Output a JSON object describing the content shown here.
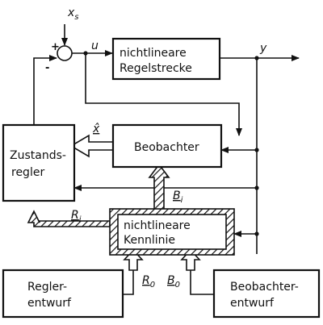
{
  "blocks": {
    "strecke": {
      "line1": "nichtlineare",
      "line2": "Regelstrecke"
    },
    "beobachter": {
      "line1": "Beobachter"
    },
    "regler": {
      "line1": "Zustands-",
      "line2": "regler"
    },
    "kennlinie": {
      "line1": "nichtlineare",
      "line2": "Kennlinie"
    },
    "reglerentwurf": {
      "line1": "Regler-",
      "line2": "entwurf"
    },
    "beobachterentwurf": {
      "line1": "Beobachter-",
      "line2": "entwurf"
    }
  },
  "signals": {
    "xs": "x",
    "xs_sub": "s",
    "u": "u",
    "y": "y",
    "xhat": "x̂",
    "bi": "B",
    "bi_sub": "i",
    "ri": "R",
    "ri_sub": "i",
    "r0": "R",
    "r0_sub": "0",
    "b0": "B",
    "b0_sub": "0"
  },
  "summing_junction": {
    "plus": "+",
    "minus": "-"
  },
  "colors": {
    "line": "#111111",
    "background": "#ffffff"
  }
}
